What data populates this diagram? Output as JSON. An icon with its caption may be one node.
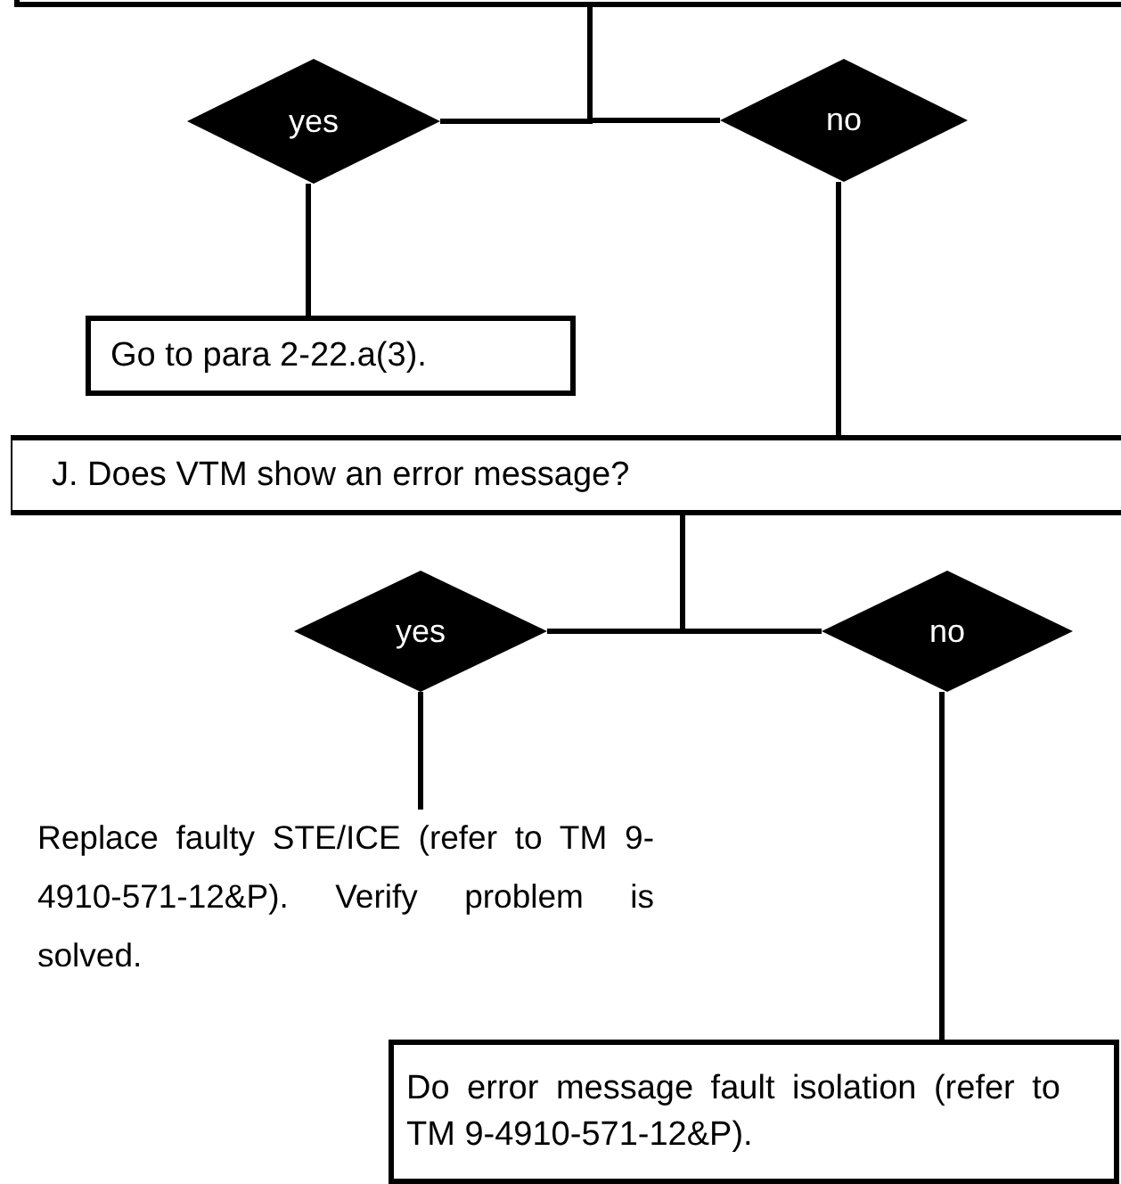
{
  "diagram": {
    "nodes": [
      {
        "text": [],
        "shape": "box"
      },
      {
        "text": [
          "yes"
        ]
      },
      {
        "text": [
          "no"
        ]
      },
      {
        "text": [
          "Go to para 2-22.a(3)."
        ]
      },
      {
        "text": [
          "J. Does VTM show an error message?"
        ]
      },
      {
        "text": [
          "yes"
        ]
      },
      {
        "text": [
          "no"
        ]
      },
      {
        "text": [
          "Replace faulty STE/ICE (refer to TM 9-4910-571-12&P). Verify problem is solved."
        ]
      },
      {
        "text": [
          "Do error message fault isolation (refer to TM 9-4910-571-12&P)."
        ]
      }
    ],
    "edges": [
      {
        "from": 0,
        "to": 1,
        "arrow": "none"
      },
      {
        "from": 0,
        "to": 2,
        "arrow": "none"
      },
      {
        "from": 1,
        "to": 3,
        "arrow": "none"
      },
      {
        "from": 2,
        "to": 4,
        "arrow": "none"
      },
      {
        "from": 4,
        "to": 5,
        "arrow": "none"
      },
      {
        "from": 4,
        "to": 6,
        "arrow": "none"
      },
      {
        "from": 5,
        "to": 7,
        "arrow": "none"
      },
      {
        "from": 6,
        "to": 8,
        "arrow": "none"
      }
    ]
  }
}
